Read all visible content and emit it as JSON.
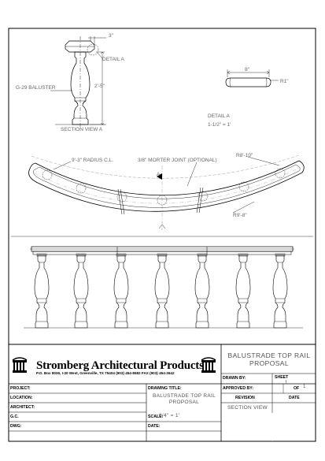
{
  "annotations": {
    "dim_top_width": "3\"",
    "detail_a_ref": "DETAIL A",
    "baluster_label": "G-29 BALUSTER",
    "dim_height": "2'-5\"",
    "section_view_a": "SECTION VIEW A",
    "dim_detail_width": "8\"",
    "dim_detail_radius": "R1\"",
    "detail_a_title": "DETAIL A",
    "detail_a_scale": "1-1/2\" = 1'",
    "radius_cl": "9'-3\"  RADIUS  C.L.",
    "mortar_joint": "3/8\" MORTER JOINT (OPTIONAL)",
    "section_marker": "A",
    "outer_radius": "R8'-10\"",
    "inner_radius": "R9'-8\""
  },
  "title_block": {
    "company_name": "Stromberg Architectural Products",
    "company_address": "P.O. Box 8036, I-30 West, Greenville, TX 75404  (903) 454-8682  FAX (903) 454-3642",
    "project_label": "PROJECT:",
    "location_label": "LOCATION:",
    "architect_label": "ARCHITECT:",
    "gc_label": "G.C.",
    "dwg_label": "DWG:",
    "drawing_title_label": "DRAWING TITLE:",
    "drawing_title_value": "BALUSTRADE TOP RAIL PROPOSAL",
    "scale_label": "SCALE:",
    "scale_value": "3/4\" = 1'",
    "date_label": "DATE:",
    "big_title": "BALUSTRADE TOP RAIL PROPOSAL",
    "drawn_by_label": "DRAWN BY:",
    "approved_by_label": "APPROVED BY:",
    "revision_label": "REVISION",
    "date_col_label": "DATE",
    "revision_value": "SECTION VIEW",
    "sheet_label": "SHEET",
    "sheet_number": "1",
    "of_label": "OF",
    "sheet_total": "1"
  },
  "icons": [
    "stromberg-logo-icon",
    "stromberg-logo-mirror-icon"
  ]
}
